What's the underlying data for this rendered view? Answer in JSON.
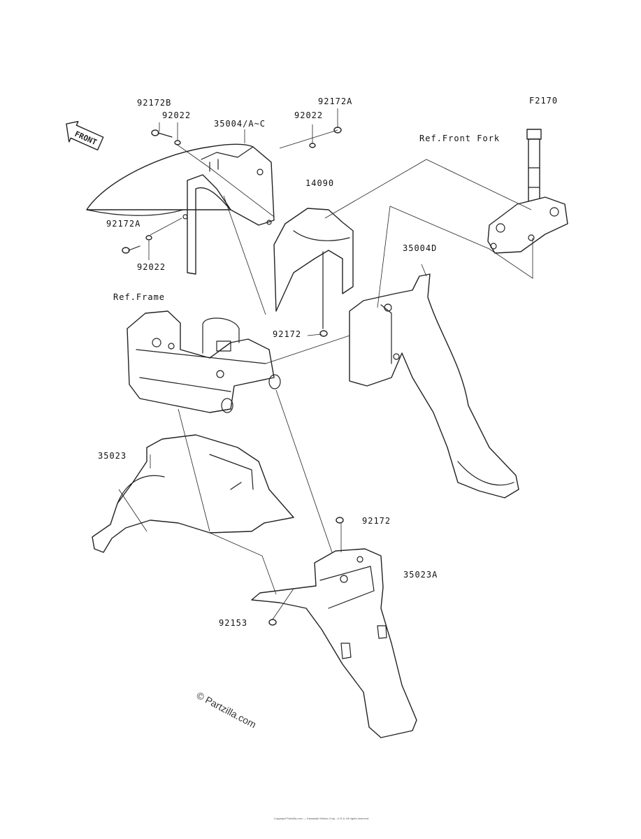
{
  "figure_code": "F2170",
  "front_arrow_label": "FRONT",
  "watermark": "© Partzilla.com",
  "footer_text": "Copyright Partzilla.com — Kawasaki Motors Corp., U.S.A. All rights reserved.",
  "labels": {
    "p92172B": "92172B",
    "p92022_left_top": "92022",
    "p35004AC": "35004/A~C",
    "p92022_right_top": "92022",
    "p92172A_top": "92172A",
    "ref_front_fork": "Ref.Front Fork",
    "p14090": "14090",
    "p92172A_left": "92172A",
    "p92022_left_bottom": "92022",
    "p35004D": "35004D",
    "ref_frame": "Ref.Frame",
    "p92172_mid": "92172",
    "p35023": "35023",
    "p92172_low": "92172",
    "p35023A": "35023A",
    "p92153": "92153"
  },
  "icons": {
    "front_arrow": "front-arrow-icon",
    "copyright": "copyright-icon"
  }
}
